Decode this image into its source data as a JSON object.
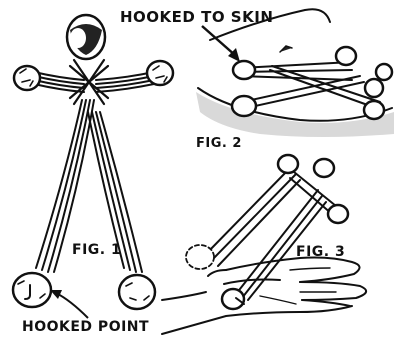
{
  "labels": {
    "hooked_to_skin": "HOOKED TO SKIN",
    "fig2": "FIG. 2",
    "fig1": "FIG. 1",
    "fig3": "FIG. 3",
    "hooked_point": "HOOKED POINT"
  },
  "colors": {
    "ink": "#111111",
    "paper": "#ffffff",
    "shade": "#d9d9d9"
  }
}
